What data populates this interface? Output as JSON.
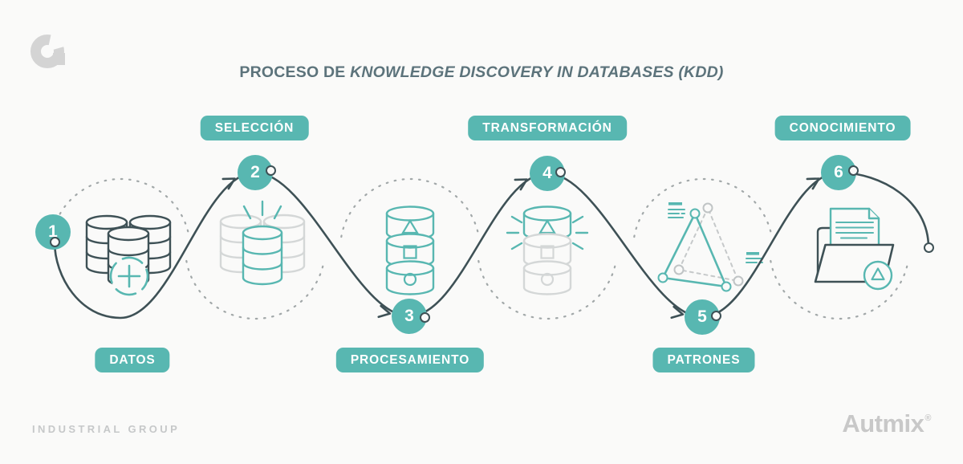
{
  "title": {
    "prefix": "PROCESO DE",
    "italic": "KNOWLEDGE DISCOVERY IN DATABASES (KDD)"
  },
  "steps": [
    {
      "number": "1",
      "label": "DATOS",
      "label_position": "bottom",
      "icon": "databases-add-icon"
    },
    {
      "number": "2",
      "label": "SELECCIÓN",
      "label_position": "top",
      "icon": "database-highlight-icon"
    },
    {
      "number": "3",
      "label": "PROCESAMIENTO",
      "label_position": "bottom",
      "icon": "sorted-database-stack-icon"
    },
    {
      "number": "4",
      "label": "TRANSFORMACIÓN",
      "label_position": "top",
      "icon": "transformed-database-stack-icon"
    },
    {
      "number": "5",
      "label": "PATRONES",
      "label_position": "bottom",
      "icon": "pattern-triangle-icon"
    },
    {
      "number": "6",
      "label": "CONOCIMIENTO",
      "label_position": "top",
      "icon": "knowledge-folder-icon"
    }
  ],
  "branding": {
    "footer_left": "INDUSTRIAL GROUP",
    "footer_right": "Autmix",
    "registered_mark": "®",
    "logo": "autmix-a-logo"
  },
  "colors": {
    "teal": "#58b7b1",
    "dark_slate": "#3e5156",
    "title_text": "#5c737b",
    "icon_gray": "#d4d7d7",
    "dashed_ring_gray": "#a2a8a9",
    "footer_gray": "#c6c8c9",
    "background": "#fafaf9"
  }
}
